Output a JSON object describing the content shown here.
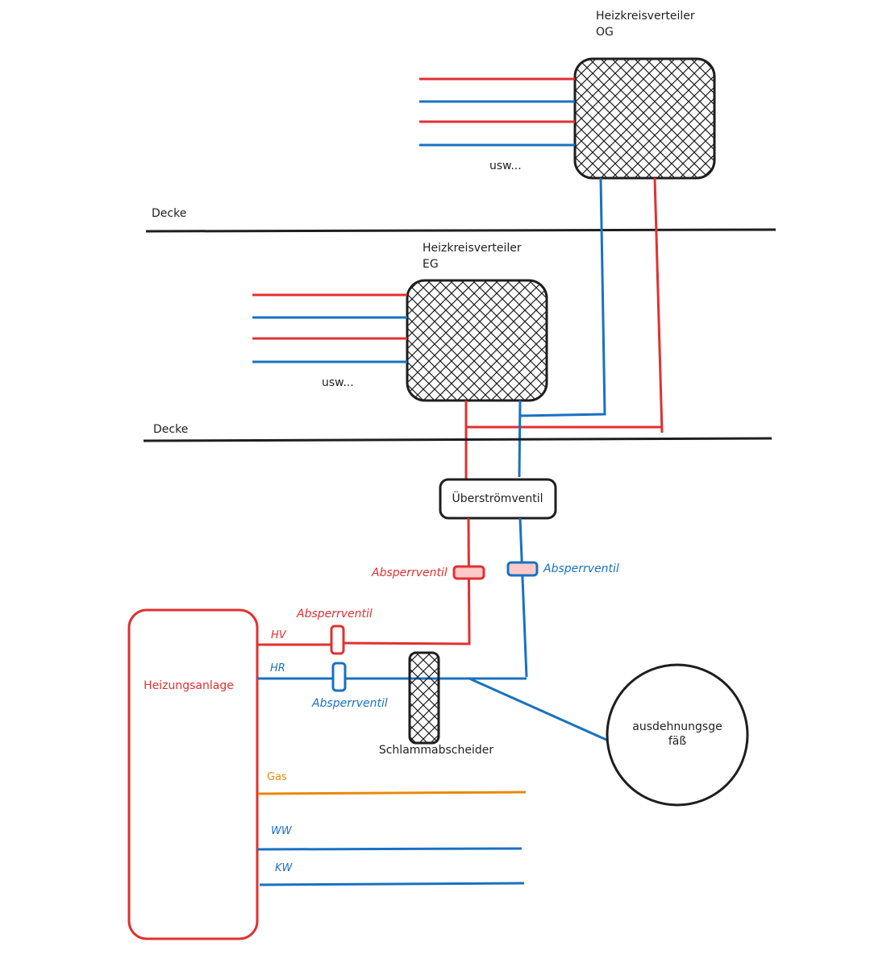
{
  "colors": {
    "supply": "#e03131",
    "return": "#1971c2",
    "gas": "#e8890c",
    "stroke": "#1e1e1e",
    "valve_fill": "#ffc9c9"
  },
  "distributor_og": {
    "title_line1": "Heizkreisverteiler",
    "title_line2": "OG",
    "etc": "usw..."
  },
  "distributor_eg": {
    "title_line1": "Heizkreisverteiler",
    "title_line2": "EG",
    "etc": "usw..."
  },
  "ceiling_upper": {
    "label": "Decke"
  },
  "ceiling_lower": {
    "label": "Decke"
  },
  "overflow_valve": {
    "label": "Überströmventil"
  },
  "shutoff_valves": {
    "supply_upper": "Absperrventil",
    "return_upper": "Absperrventil",
    "supply_lower": "Absperrventil",
    "return_lower": "Absperrventil"
  },
  "heating_system": {
    "label": "Heizungsanlage"
  },
  "connections": {
    "hv": "HV",
    "hr": "HR",
    "gas": "Gas",
    "ww": "WW",
    "kw": "KW"
  },
  "sludge_separator": {
    "label": "Schlammabscheider"
  },
  "expansion_vessel": {
    "label_line1": "ausdehnungsge",
    "label_line2": "fäß"
  }
}
